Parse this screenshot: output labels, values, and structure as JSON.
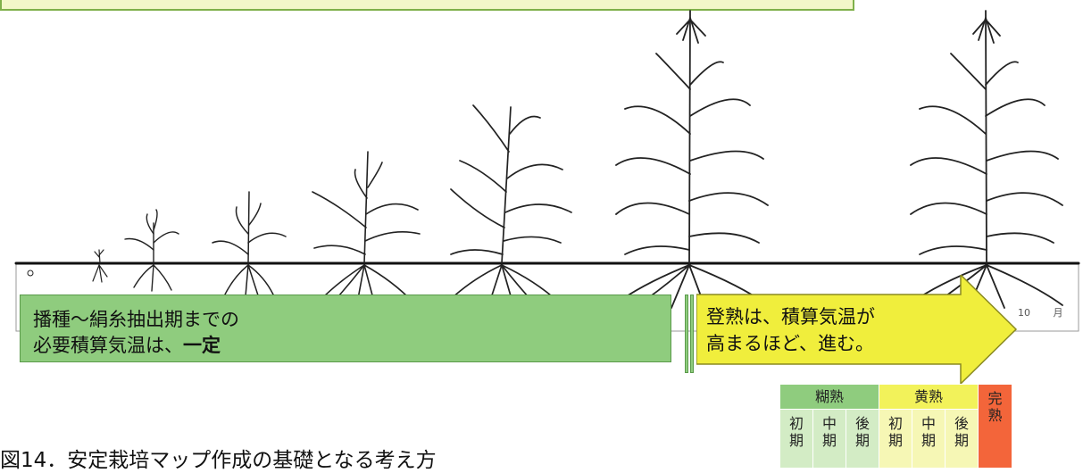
{
  "stage_label_line1": "播種～絹糸抽出期までの",
  "stage_label_line2_pre": "必要積算気温は、",
  "stage_label_line2_bold": "一定",
  "ripening_label_line1": "登熟は、積算気温が",
  "ripening_label_line2": "高まるほど、進む。",
  "scale": {
    "month_number": "10",
    "month_unit": "月"
  },
  "caption": "図14．安定栽培マップ作成の基礎となる考え方",
  "maturity": {
    "groups": [
      {
        "label": "糊熟",
        "color": "#8fcc7e",
        "subs": [
          "初期",
          "中期",
          "後期"
        ]
      },
      {
        "label": "黄熟",
        "color": "#f2f25a",
        "subs": [
          "初期",
          "中期",
          "後期"
        ]
      },
      {
        "label": "完熟",
        "color": "#f3653a",
        "subs": []
      }
    ]
  },
  "colors": {
    "stage_box": "#8fcc7e",
    "arrow": "#f0ee3c",
    "banner": "#f3f7c9"
  }
}
